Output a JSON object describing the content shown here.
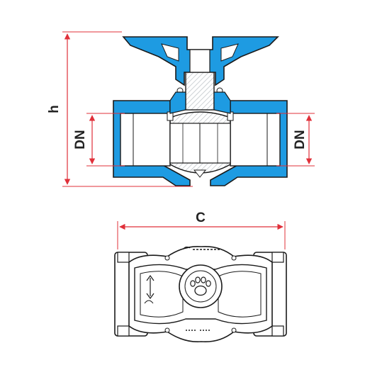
{
  "labels": {
    "height": "h",
    "nominal_diameter_left": "DN",
    "nominal_diameter_right": "DN",
    "length": "C"
  },
  "colors": {
    "dimension_line": "#e0303a",
    "valve_blue": "#1e9be2",
    "outline": "#1a1a1a",
    "hatch": "#cfd3d6",
    "background": "#ffffff"
  },
  "icons": {
    "handle_logo": "paw-print-icon",
    "direction_marker": "double-arrow-icon"
  }
}
